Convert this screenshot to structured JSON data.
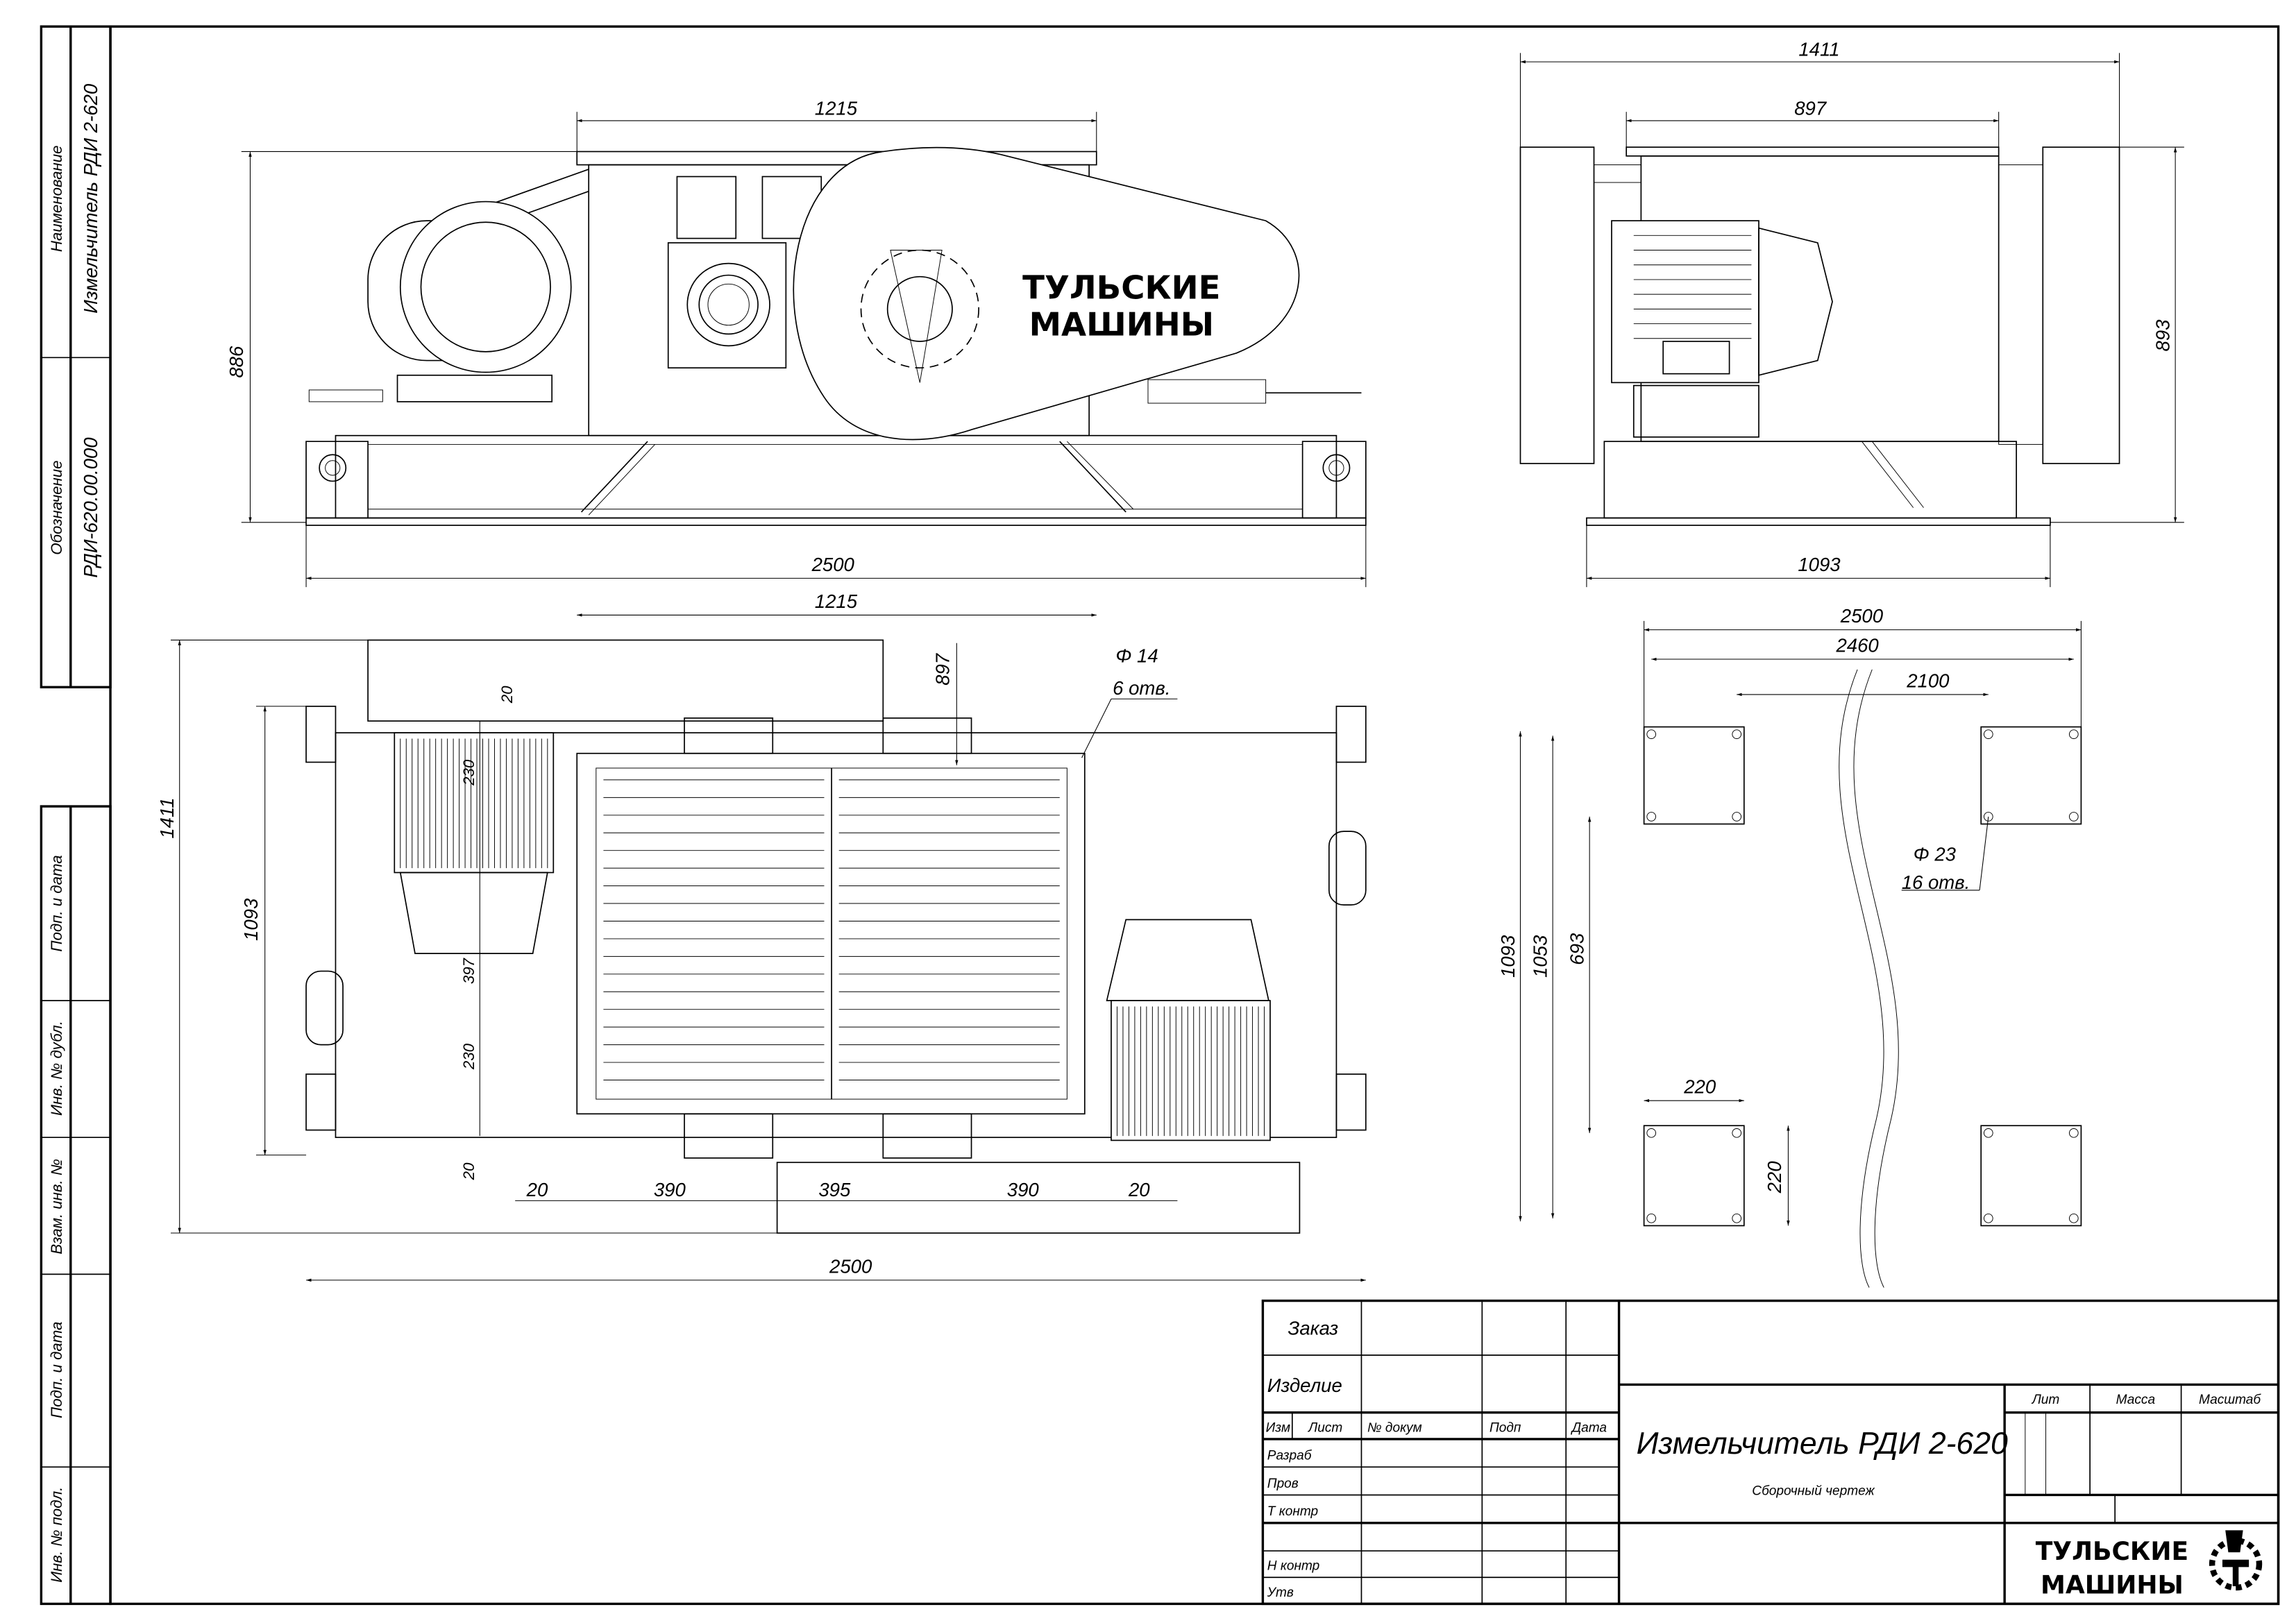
{
  "side_stamp": {
    "naimenovanie_label": "Наименование",
    "naimenovanie_value": "Измельчитель РДИ 2-620",
    "oboznachenie_label": "Обозначение",
    "oboznachenie_value": "РДИ-620.00.000",
    "podp_data_1": "Подп. и дата",
    "inv_dubl": "Инв. № дубл.",
    "vzam_inv": "Взам. инв. №",
    "podp_data_2": "Подп. и дата",
    "inv_podl": "Инв. № подл."
  },
  "front_view": {
    "dim_width_top": "1215",
    "dim_height": "886",
    "dim_length": "2500",
    "logo_line1": "ТУЛЬСКИЕ",
    "logo_line2": "МАШИНЫ"
  },
  "side_view": {
    "dim_overall": "1411",
    "dim_hopper": "897",
    "dim_height": "893",
    "dim_base": "1093"
  },
  "top_view": {
    "dim_hopper": "1215",
    "dim_897": "897",
    "dim_1411": "1411",
    "dim_1093": "1093",
    "dim_length": "2500",
    "dim_20_top": "20",
    "dim_230_top": "230",
    "dim_397": "397",
    "dim_230_bottom": "230",
    "dim_20_bottom": "20",
    "dim_bottom_row": [
      "20",
      "390",
      "395",
      "390",
      "20"
    ],
    "hole_note_diam": "Φ 14",
    "hole_note_count": "6 отв."
  },
  "foundation_plan": {
    "dim_2500": "2500",
    "dim_2460": "2460",
    "dim_2100": "2100",
    "dim_1093": "1093",
    "dim_1053": "1053",
    "dim_693": "693",
    "dim_220_h": "220",
    "dim_220_v": "220",
    "hole_note_diam": "Φ 23",
    "hole_note_count": "16 отв."
  },
  "title_block": {
    "zakaz": "Заказ",
    "izdelie": "Изделие",
    "columns": [
      "Изм",
      "Лист",
      "№ докум",
      "Подп",
      "Дата"
    ],
    "rows": [
      "Разраб",
      "Пров",
      "Т контр",
      "Н контр",
      "Утв"
    ],
    "title": "Измельчитель РДИ 2-620",
    "subtitle": "Сборочный чертеж",
    "lit": "Лит",
    "massa": "Масса",
    "masshtab": "Масштаб",
    "company_line1": "ТУЛЬСКИЕ",
    "company_line2": "МАШИНЫ"
  }
}
